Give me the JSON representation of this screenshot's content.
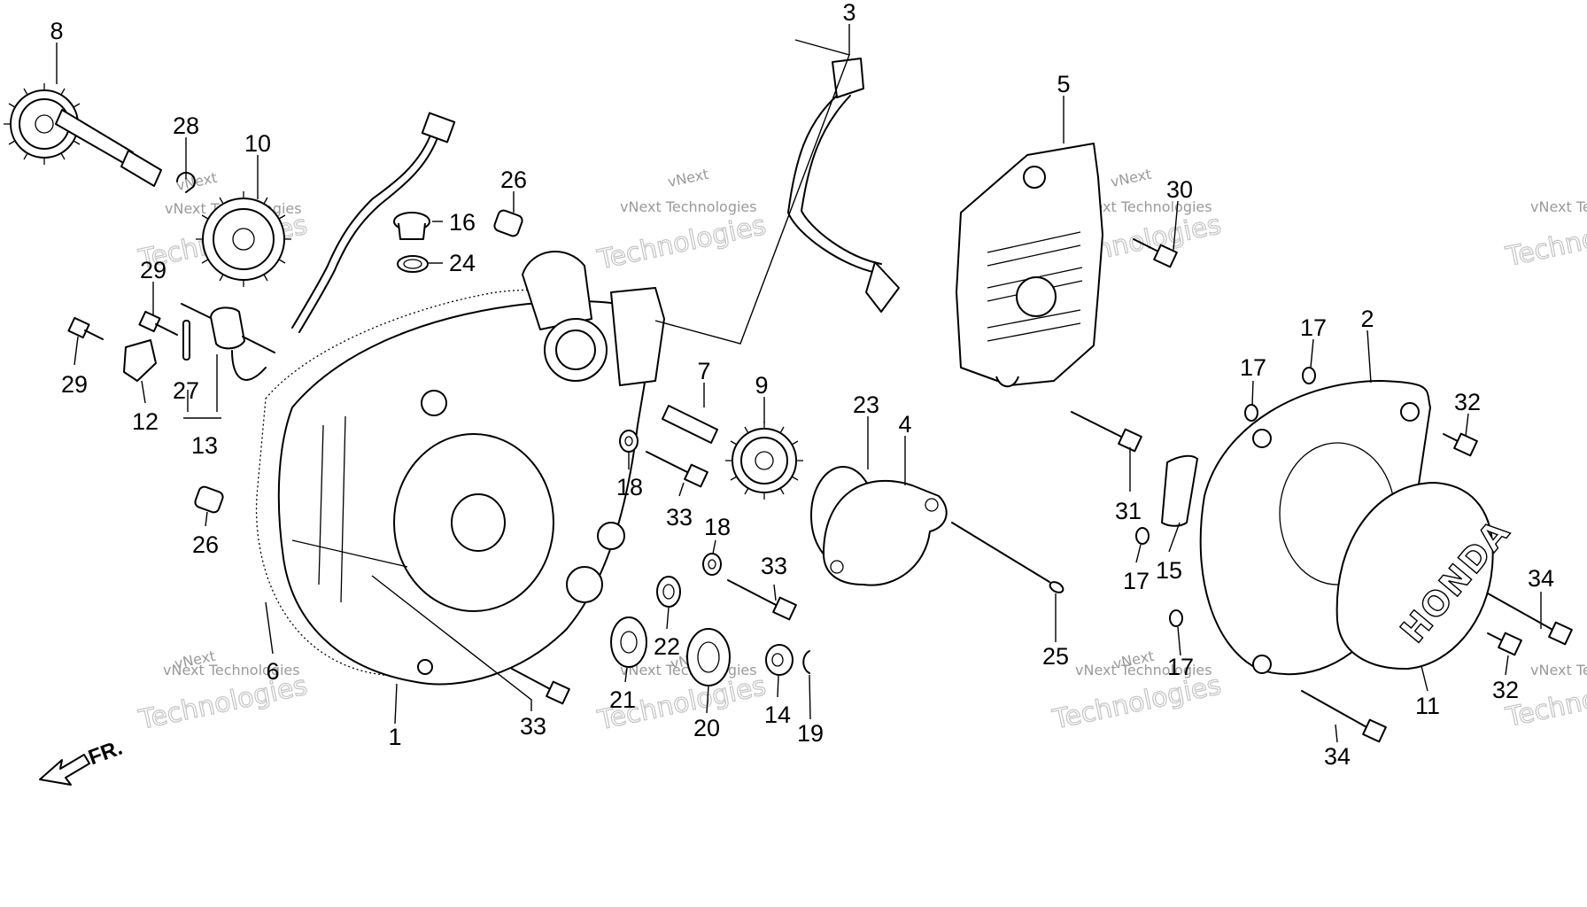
{
  "watermark": {
    "company_line": "vNext Technologies",
    "big_line": "Technologies",
    "top_line": "vNext"
  },
  "direction_label": "FR.",
  "cover_brand": "HONDA",
  "callouts": [
    {
      "id": "c8",
      "text": "8"
    },
    {
      "id": "c28",
      "text": "28"
    },
    {
      "id": "c10",
      "text": "10"
    },
    {
      "id": "c26a",
      "text": "26"
    },
    {
      "id": "c16",
      "text": "16"
    },
    {
      "id": "c24",
      "text": "24"
    },
    {
      "id": "c3",
      "text": "3"
    },
    {
      "id": "c5",
      "text": "5"
    },
    {
      "id": "c30",
      "text": "30"
    },
    {
      "id": "c29a",
      "text": "29"
    },
    {
      "id": "c29b",
      "text": "29"
    },
    {
      "id": "c27",
      "text": "27"
    },
    {
      "id": "c12",
      "text": "12"
    },
    {
      "id": "c13",
      "text": "13"
    },
    {
      "id": "c7",
      "text": "7"
    },
    {
      "id": "c9",
      "text": "9"
    },
    {
      "id": "c23",
      "text": "23"
    },
    {
      "id": "c4",
      "text": "4"
    },
    {
      "id": "c17a",
      "text": "17"
    },
    {
      "id": "c2",
      "text": "2"
    },
    {
      "id": "c17b",
      "text": "17"
    },
    {
      "id": "c32a",
      "text": "32"
    },
    {
      "id": "c18a",
      "text": "18"
    },
    {
      "id": "c33a",
      "text": "33"
    },
    {
      "id": "c18b",
      "text": "18"
    },
    {
      "id": "c31",
      "text": "31"
    },
    {
      "id": "c26b",
      "text": "26"
    },
    {
      "id": "c33b",
      "text": "33"
    },
    {
      "id": "c17c",
      "text": "17"
    },
    {
      "id": "c15",
      "text": "15"
    },
    {
      "id": "c34a",
      "text": "34"
    },
    {
      "id": "c22",
      "text": "22"
    },
    {
      "id": "c25",
      "text": "25"
    },
    {
      "id": "c17d",
      "text": "17"
    },
    {
      "id": "c6",
      "text": "6"
    },
    {
      "id": "c21",
      "text": "21"
    },
    {
      "id": "c32b",
      "text": "32"
    },
    {
      "id": "c14",
      "text": "14"
    },
    {
      "id": "c11",
      "text": "11"
    },
    {
      "id": "c1",
      "text": "1"
    },
    {
      "id": "c33c",
      "text": "33"
    },
    {
      "id": "c20",
      "text": "20"
    },
    {
      "id": "c19",
      "text": "19"
    },
    {
      "id": "c34b",
      "text": "34"
    }
  ]
}
